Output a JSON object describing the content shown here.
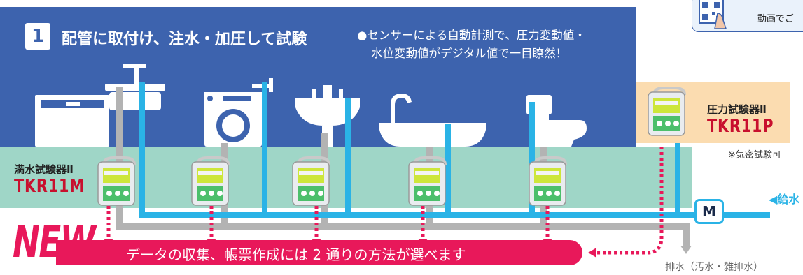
{
  "section": {
    "number": "1",
    "title": "配管に取付け、注水・加圧して試験",
    "note_line1": "●センサーによる自動計測で、圧力変動値・",
    "note_line2": "水位変動値がデジタル値で一目瞭然！"
  },
  "qr_banner": {
    "text": "動画でご"
  },
  "pressure_tester": {
    "label": "圧力試験器Ⅱ",
    "model": "TKR11P",
    "note": "※気密試験可"
  },
  "fullwater_tester": {
    "label": "満水試験器Ⅱ",
    "model": "TKR11M"
  },
  "meter": {
    "letter": "M"
  },
  "supply": {
    "label": "◀給水"
  },
  "drain": {
    "label": "排水（汚水・雑排水）"
  },
  "new_badge": {
    "text": "NEW"
  },
  "data_bar": {
    "text": "データの収集、帳票作成には 2 通りの方法が選べます"
  },
  "colors": {
    "banner": "#3d63ae",
    "band": "#9fd6c7",
    "supply_pipe": "#2ab3e6",
    "drain_pipe": "#b3b3b3",
    "accent": "#e8185a",
    "model_red": "#c8102e"
  },
  "fixtures": [
    "dishwasher-icon",
    "washing-machine-icon",
    "washbasin-icon",
    "bathtub-icon",
    "toilet-icon"
  ],
  "device_count": 6
}
